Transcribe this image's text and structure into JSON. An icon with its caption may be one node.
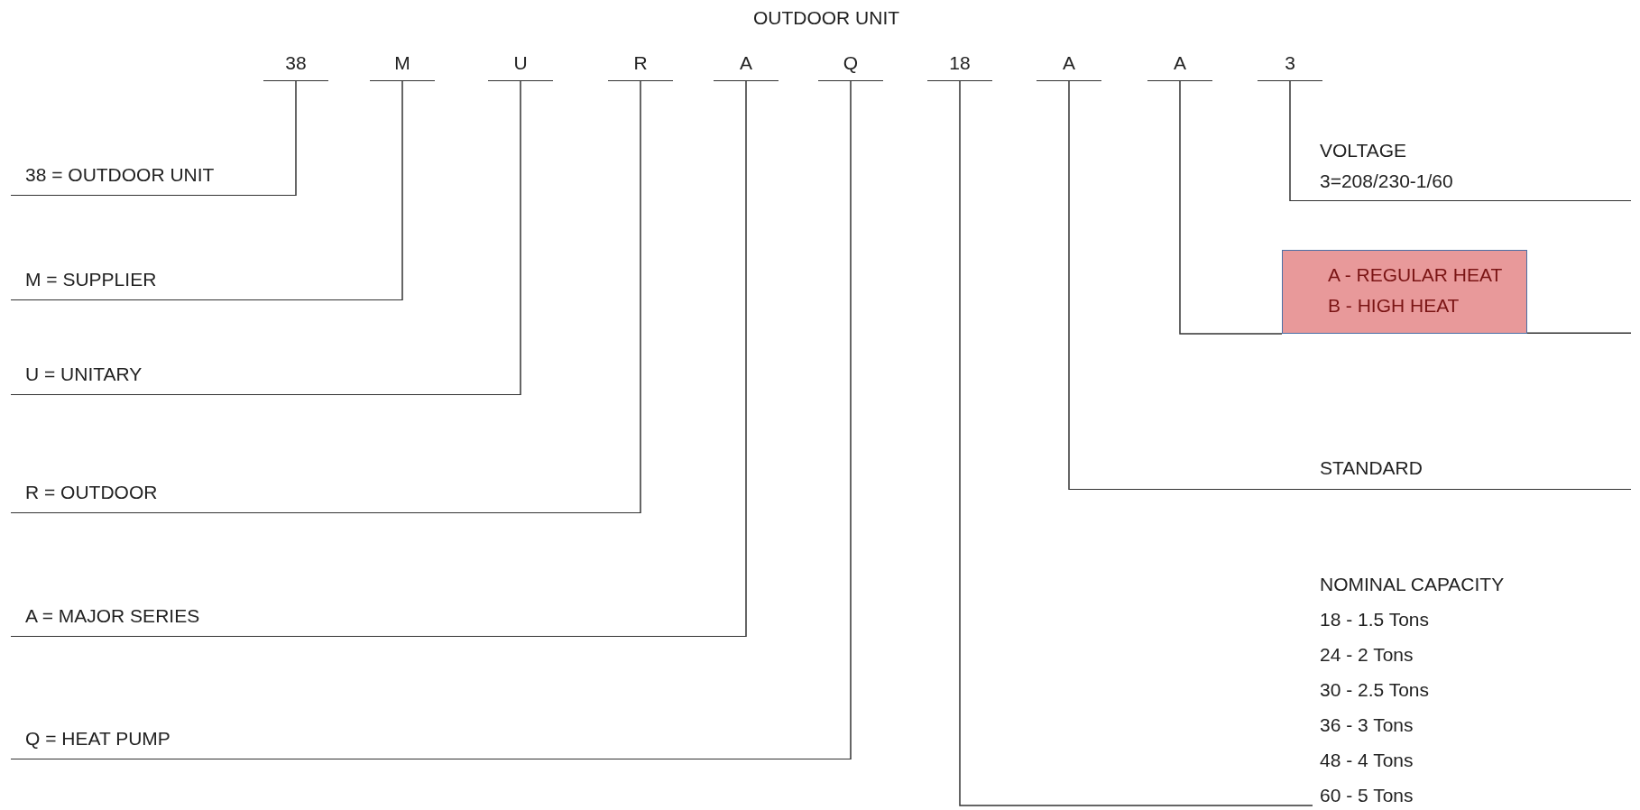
{
  "diagram": {
    "title": "OUTDOOR UNIT",
    "nodes": [
      {
        "text": [
          "38"
        ]
      },
      {
        "text": [
          "M"
        ]
      },
      {
        "text": [
          "U"
        ]
      },
      {
        "text": [
          "R"
        ]
      },
      {
        "text": [
          "A"
        ]
      },
      {
        "text": [
          "Q"
        ]
      },
      {
        "text": [
          "18"
        ]
      },
      {
        "text": [
          "A"
        ]
      },
      {
        "text": [
          "A"
        ]
      },
      {
        "text": [
          "3"
        ]
      },
      {
        "text": [
          "38 = OUTDOOR UNIT"
        ]
      },
      {
        "text": [
          "M = SUPPLIER"
        ]
      },
      {
        "text": [
          "U = UNITARY"
        ]
      },
      {
        "text": [
          "R = OUTDOOR"
        ]
      },
      {
        "text": [
          "A = MAJOR SERIES"
        ]
      },
      {
        "text": [
          "Q = HEAT PUMP"
        ]
      },
      {
        "text": [
          "NOMINAL CAPACITY",
          "18 - 1.5 Tons",
          "24 - 2 Tons",
          "30 - 2.5 Tons",
          "36 - 3 Tons",
          "48 - 4 Tons",
          "60 - 5 Tons"
        ]
      },
      {
        "text": [
          "STANDARD"
        ]
      },
      {
        "text": [
          "A - REGULAR HEAT",
          "B - HIGH HEAT"
        ]
      },
      {
        "text": [
          "VOLTAGE",
          "3=208/230-1/60"
        ]
      }
    ],
    "edges": [
      {
        "from": 0,
        "to": 10,
        "arrow": "none"
      },
      {
        "from": 1,
        "to": 11,
        "arrow": "none"
      },
      {
        "from": 2,
        "to": 12,
        "arrow": "none"
      },
      {
        "from": 3,
        "to": 13,
        "arrow": "none"
      },
      {
        "from": 4,
        "to": 14,
        "arrow": "none"
      },
      {
        "from": 5,
        "to": 15,
        "arrow": "none"
      },
      {
        "from": 6,
        "to": 16,
        "arrow": "none"
      },
      {
        "from": 7,
        "to": 17,
        "arrow": "none"
      },
      {
        "from": 8,
        "to": 18,
        "arrow": "none"
      },
      {
        "from": 9,
        "to": 19,
        "arrow": "none"
      }
    ]
  }
}
